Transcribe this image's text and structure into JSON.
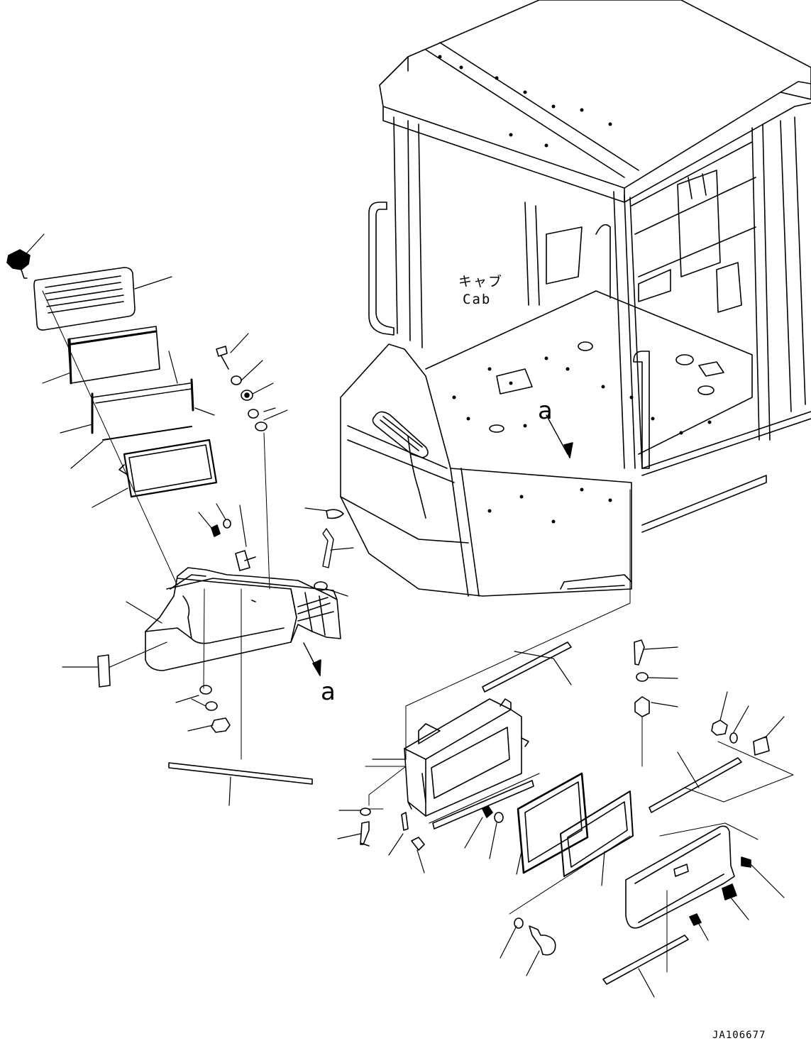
{
  "diagram": {
    "cab_label_jp": "キャブ",
    "cab_label_en": "Cab",
    "view_ref_top": "a",
    "view_ref_bottom": "a",
    "drawing_number": "JA106677"
  },
  "colors": {
    "line": "#000000",
    "background": "#ffffff",
    "hidden_line": "#000000"
  }
}
